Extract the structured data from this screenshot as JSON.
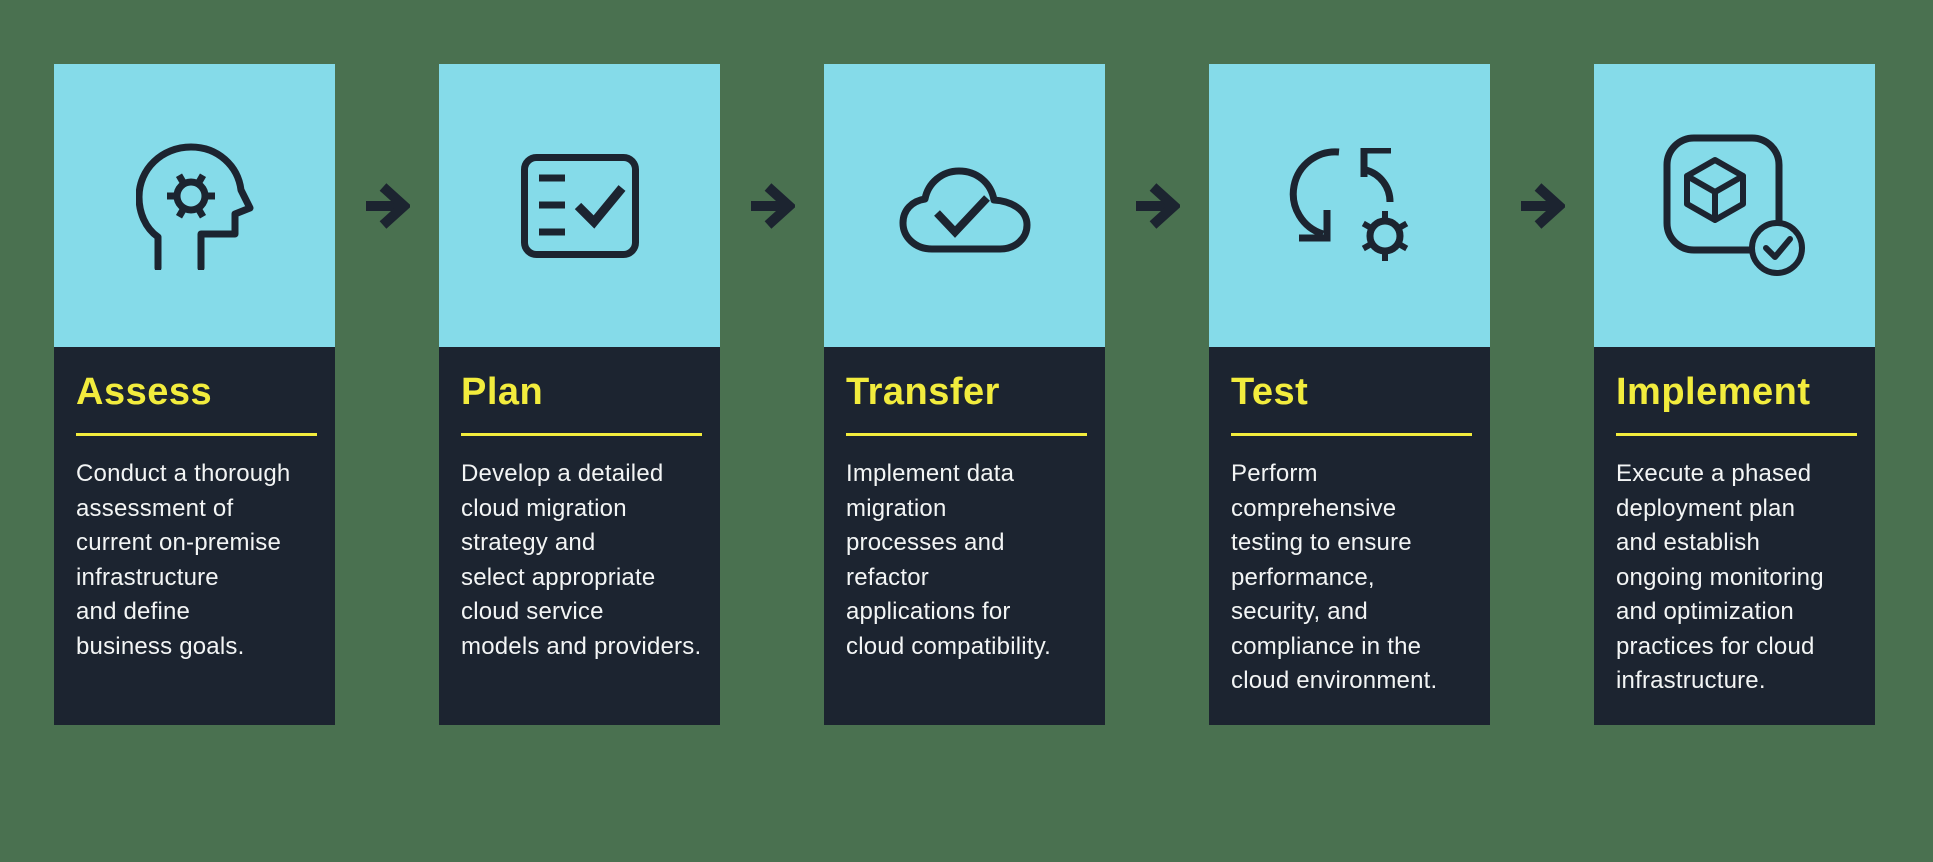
{
  "colors": {
    "background_green": "#4A7150",
    "panel_blue": "#85DBE9",
    "panel_dark": "#1C2430",
    "accent_yellow": "#F2EC3D",
    "body_text": "#F3F5F5",
    "icon_stroke": "#1C2430"
  },
  "connector": {
    "icon": "arrow-right-icon"
  },
  "steps": [
    {
      "title": "Assess",
      "icon": "head-gear-icon",
      "description": "Conduct a thorough\nassessment of\ncurrent on-premise\ninfrastructure\nand define\nbusiness goals."
    },
    {
      "title": "Plan",
      "icon": "checklist-icon",
      "description": "Develop a detailed\ncloud migration\nstrategy and\nselect appropriate\ncloud service\nmodels and providers."
    },
    {
      "title": "Transfer",
      "icon": "cloud-check-icon",
      "description": "Implement data\nmigration\nprocesses and\nrefactor\napplications for\ncloud compatibility."
    },
    {
      "title": "Test",
      "icon": "sync-gear-icon",
      "description": "Perform\ncomprehensive\ntesting to ensure\nperformance,\nsecurity, and\ncompliance in the\ncloud environment."
    },
    {
      "title": "Implement",
      "icon": "cube-check-icon",
      "description": "Execute a phased\ndeployment plan\nand establish\nongoing monitoring\nand optimization\npractices for cloud\ninfrastructure."
    }
  ]
}
